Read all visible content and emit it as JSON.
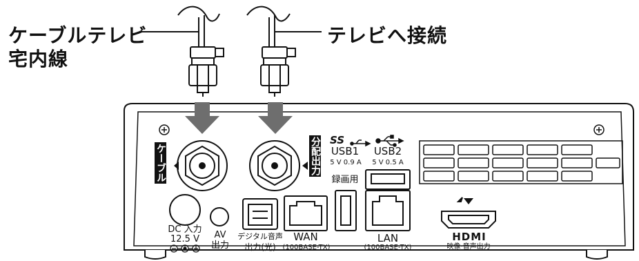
{
  "callouts": {
    "cable_line_1": "ケーブルテレビ",
    "cable_line_2": "宅内線",
    "to_tv": "テレビへ接続"
  },
  "port_tags": {
    "cable": "ケーブル",
    "split_out": "分配出力"
  },
  "ports": {
    "usb1_name": "USB1",
    "usb1_spec": "5 V 0.9 A",
    "usb1_usage": "録画用",
    "usb_logo": "SS",
    "usb2_name": "USB2",
    "usb2_spec": "5 V 0.5 A",
    "lan": "LAN",
    "lan_sub": "(100BASE-TX)",
    "wan": "WAN",
    "wan_sub": "(100BASE-TX)",
    "digital_audio_1": "デジタル音声",
    "digital_audio_2": "出力(光)",
    "av_1": "AV",
    "av_2": "出力",
    "dc_1": "DC 入力",
    "dc_2": "12.5 V",
    "hdmi_logo": "HDMI",
    "hdmi_sub": "映像·音声出力"
  },
  "colors": {
    "line": "#111111",
    "arrow": "#6e6e6e",
    "tag_bg": "#111111",
    "panel": "#ffffff"
  }
}
